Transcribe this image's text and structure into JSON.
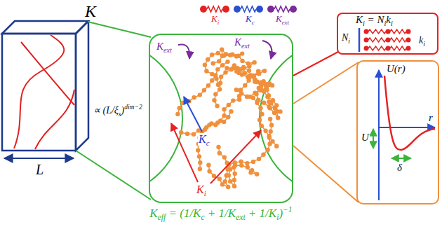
{
  "diagram": {
    "nodes": [
      {
        "text": [
          "K",
          "L"
        ]
      },
      {
        "text": [
          "Kext",
          "Kext",
          "Kc",
          "Ki"
        ]
      },
      {
        "text": [
          "Ki = Niki",
          "Ni",
          "ki"
        ]
      },
      {
        "text": [
          "U(r)",
          "r",
          "U",
          "δ"
        ]
      }
    ],
    "edges": [
      {
        "from": 0,
        "to": 1,
        "arrow": "none"
      },
      {
        "from": 1,
        "to": 2,
        "arrow": "none"
      },
      {
        "from": 1,
        "to": 3,
        "arrow": "none"
      }
    ],
    "labels": [
      "Ki",
      "Kc",
      "Kext",
      "∝ (L/ξs)dim−2",
      "Keff = (1/Kc + 1/Kext + 1/Ki)−1"
    ]
  }
}
